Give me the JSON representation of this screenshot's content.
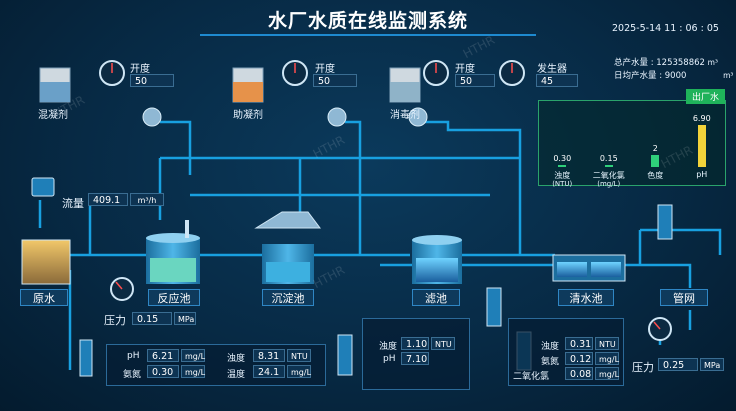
{
  "header": {
    "title": "水厂水质在线监测系统",
    "datetime": "2025-5-14  11 : 06 : 05",
    "total_water_label": "总产水量 : 125358862",
    "daily_water_label": "日均产水量 : 9000",
    "unit_m3": "m³"
  },
  "dosing": [
    {
      "name": "混凝剂",
      "param_label": "开度",
      "value": "50"
    },
    {
      "name": "助凝剂",
      "param_label": "开度",
      "value": "50"
    },
    {
      "name": "消毒剂",
      "param_label": "开度",
      "value": "50",
      "extra_label": "发生器",
      "extra_value": "45"
    }
  ],
  "process": {
    "raw": "原水",
    "reaction": "反应池",
    "sedimentation": "沉淀池",
    "filter": "滤池",
    "clear": "清水池",
    "network": "管网"
  },
  "inflow": {
    "label": "流量",
    "value": "409.1",
    "unit": "m³/h"
  },
  "pressure_in": {
    "label": "压力",
    "value": "0.15",
    "unit": "MPa"
  },
  "pressure_out": {
    "label": "压力",
    "value": "0.25",
    "unit": "MPa"
  },
  "raw_quality": {
    "ph_label": "pH",
    "ph_value": "6.21",
    "ph_unit": "mg/L",
    "ammonia_label": "氨氮",
    "ammonia_value": "0.30",
    "ammonia_unit": "mg/L",
    "turbidity_label": "浊度",
    "turbidity_value": "8.31",
    "turbidity_unit": "NTU",
    "temp_label": "温度",
    "temp_value": "24.1",
    "temp_unit": "mg/L"
  },
  "filter_quality": {
    "turbidity_label": "浊度",
    "turbidity_value": "1.10",
    "turbidity_unit": "NTU",
    "ph_label": "pH",
    "ph_value": "7.10"
  },
  "clear_quality": {
    "turbidity_label": "浊度",
    "turbidity_value": "0.31",
    "turbidity_unit": "NTU",
    "ammonia_label": "氨氮",
    "ammonia_value": "0.12",
    "ammonia_unit": "mg/L",
    "chlorine_label": "二氧化氯",
    "chlorine_value": "0.08",
    "chlorine_unit": "mg/L"
  },
  "outflow_chart": {
    "title": "出厂水",
    "bars": [
      {
        "value_text": "0.30",
        "label": "浊度",
        "sub": "(NTU)",
        "value": 0.3,
        "color": "#2fd07a"
      },
      {
        "value_text": "0.15",
        "label": "二氧化氯",
        "sub": "(mg/L)",
        "value": 0.15,
        "color": "#2fd07a"
      },
      {
        "value_text": "2",
        "label": "色度",
        "sub": "",
        "value": 2,
        "color": "#2fd07a"
      },
      {
        "value_text": "6.90",
        "label": "pH",
        "sub": "",
        "value": 6.9,
        "color": "#f2d33a"
      }
    ],
    "max": 7.2
  },
  "watermark": "HTHR"
}
